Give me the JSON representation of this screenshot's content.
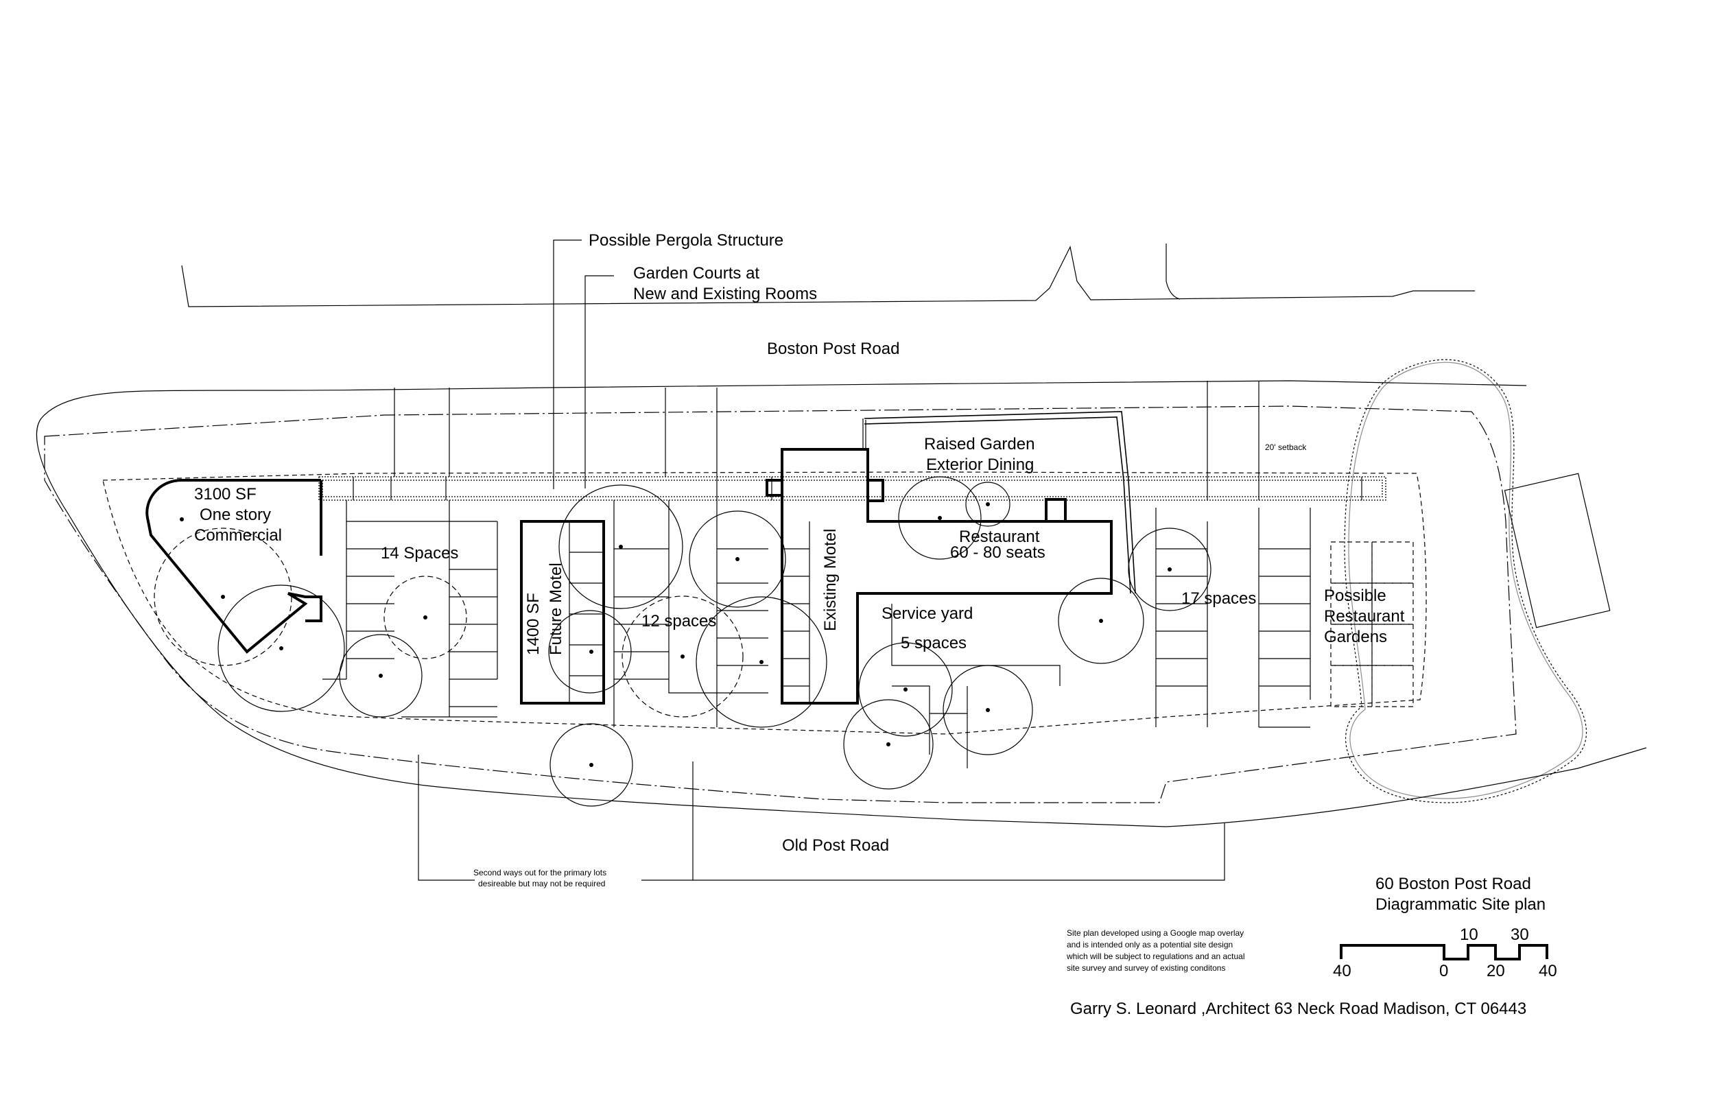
{
  "roads": {
    "boston_post_road": "Boston Post Road",
    "old_post_road": "Old Post Road"
  },
  "callouts": {
    "pergola": "Possible Pergola Structure",
    "garden_courts_line1": "Garden Courts at",
    "garden_courts_line2": "New and Existing Rooms",
    "setback": "20' setback",
    "second_ways_line1": "Second ways out for  the primary lots",
    "second_ways_line2": "desireable  but may not be required"
  },
  "buildings": {
    "commercial": {
      "line1": "3100 SF",
      "line2": "One story",
      "line3": "Commercial"
    },
    "future_motel": {
      "line1": "1400 SF",
      "line2": "Future Motel"
    },
    "existing_motel": "Existing Motel",
    "raised_garden": {
      "line1": "Raised Garden",
      "line2": "Exterior Dining"
    },
    "restaurant": {
      "line1": "Restaurant",
      "line2": "60 - 80 seats"
    },
    "service_yard": {
      "line1": "Service yard",
      "line2": "5 spaces"
    },
    "restaurant_gardens": {
      "line1": "Possible",
      "line2": "Restaurant",
      "line3": "Gardens"
    }
  },
  "parking": {
    "lot_14": "14 Spaces",
    "lot_12": "12 spaces",
    "lot_17": "17 spaces"
  },
  "title_block": {
    "address": "60 Boston Post Road",
    "subtitle": "Diagrammatic Site plan",
    "note_line1": "Site plan developed using a Google map overlay",
    "note_line2": "and is intended only as a potential site design",
    "note_line3": "which will be subject to  regulations and an actual",
    "note_line4": "site survey and survey of existing conditons",
    "architect": "Garry S. Leonard ,Architect  63 Neck Road Madison, CT 06443"
  },
  "scale_bar": {
    "label_left": "40",
    "label_zero": "0",
    "label_10": "10",
    "label_20": "20",
    "label_30": "30",
    "label_right": "40"
  }
}
